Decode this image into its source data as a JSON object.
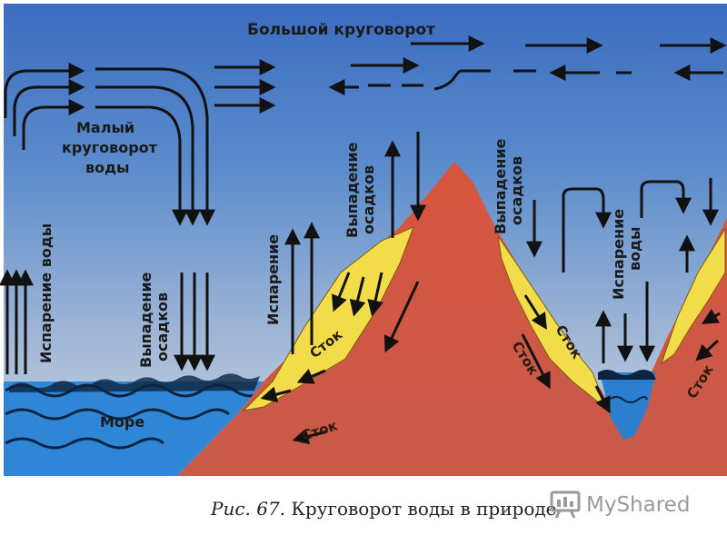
{
  "labels": {
    "big_cycle": "Большой круговорот",
    "small_cycle_line1": "Малый",
    "small_cycle_line2": "круговорот",
    "small_cycle_line3": "воды",
    "evaporation_water": "Испарение воды",
    "precip_left_line1": "Выпадение",
    "precip_left_line2": "осадков",
    "evaporation_mid": "Испарение",
    "precip_mid_line1": "Выпадение",
    "precip_mid_line2": "осадков",
    "precip_right_line1": "Выпадение",
    "precip_right_line2": "осадков",
    "evaporation_right_line1": "Испарение",
    "evaporation_right_line2": "воды",
    "sea": "Море",
    "runoff_1": "Сток",
    "runoff_2": "Сток",
    "runoff_3": "Сток",
    "runoff_4": "Сток",
    "runoff_5": "Сток"
  },
  "caption": {
    "number": "Рис. 67.",
    "text": "Круговорот воды в природе"
  },
  "watermark": {
    "text": "MyShared",
    "icon": "presentation-board-icon"
  },
  "colors": {
    "sky_top": "#3a6fc0",
    "sky_bottom": "#c8d6e6",
    "sea": "#2e8ad8",
    "mountain": "#cf5a48",
    "runoff_slope": "#f2dc4a"
  }
}
